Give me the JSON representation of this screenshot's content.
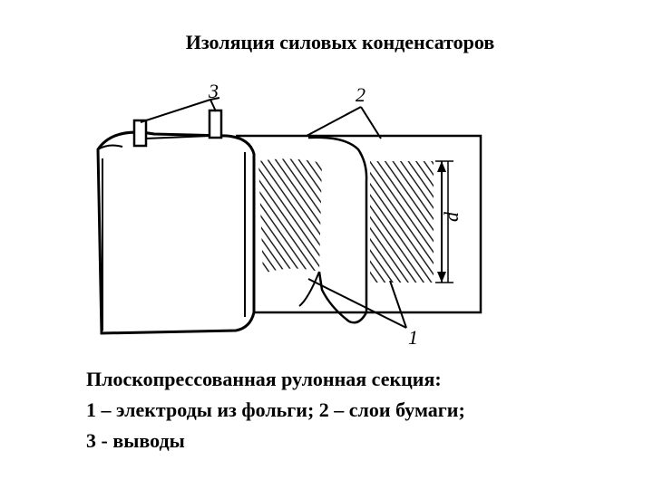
{
  "title": "Изоляция силовых конденсаторов",
  "figure": {
    "label_1": "1",
    "label_2": "2",
    "label_3": "3",
    "label_d": "d"
  },
  "caption": {
    "line1": "Плоскопрессованная рулонная секция:",
    "line2": "1 – электроды из фольги; 2 – слои бумаги;",
    "line3": "3 - выводы"
  }
}
